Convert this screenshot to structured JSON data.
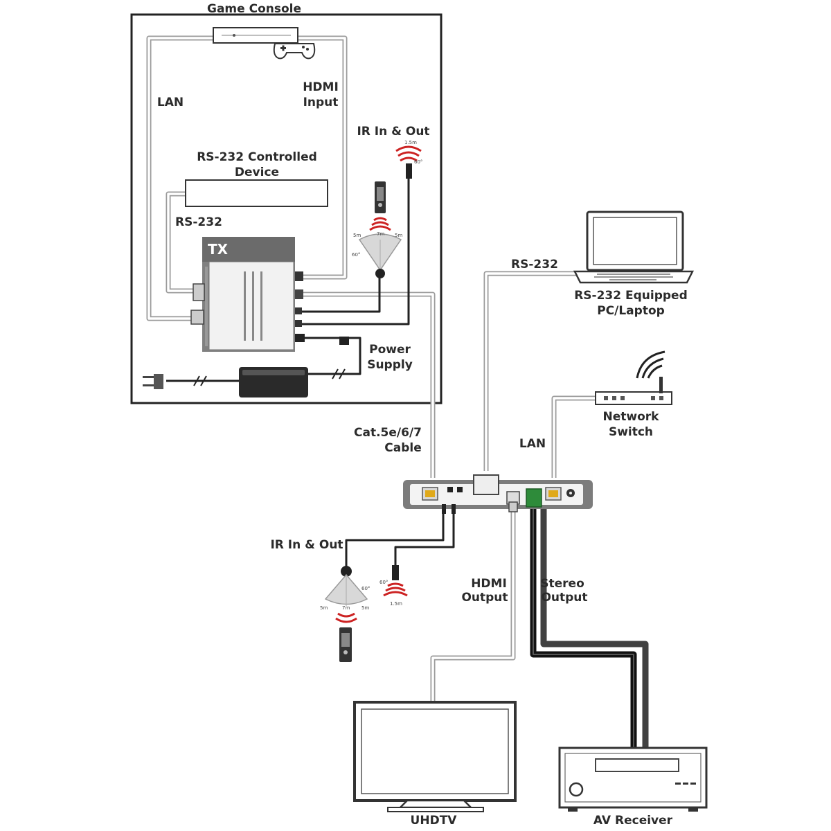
{
  "labels": {
    "game_console": "Game Console",
    "lan_top": "LAN",
    "hdmi_input_1": "HDMI",
    "hdmi_input_2": "Input",
    "ir_top": "IR In & Out",
    "rs232_device_1": "RS-232 Controlled",
    "rs232_device_2": "Device",
    "rs232_left": "RS-232",
    "tx": "TX",
    "power_1": "Power",
    "power_2": "Supply",
    "rs232_right": "RS-232",
    "pc_1": "RS-232 Equipped",
    "pc_2": "PC/Laptop",
    "switch_1": "Network",
    "switch_2": "Switch",
    "cat_1": "Cat.5e/6/7",
    "cat_2": "Cable",
    "lan_right": "LAN",
    "ir_bottom": "IR In & Out",
    "hdmi_out_1": "HDMI",
    "hdmi_out_2": "Output",
    "stereo_1": "Stereo",
    "stereo_2": "Output",
    "uhdtv": "UHDTV",
    "av_receiver": "AV Receiver"
  },
  "ir_specs": {
    "dist_short": "5m",
    "dist_mid": "7m",
    "angle": "60°",
    "emitter_dist": "1.5m"
  },
  "icons": [
    "game-console-icon",
    "laptop-icon",
    "network-switch-icon",
    "wifi-icon",
    "tv-icon",
    "av-receiver-icon",
    "ir-receiver-icon",
    "ir-emitter-icon",
    "remote-control-icon",
    "power-adapter-icon",
    "tx-extender-icon",
    "rx-receiver-icon"
  ],
  "colors": {
    "cable": "#9a9a9a",
    "device": "#7a7a7a",
    "ir_red": "#cc2222",
    "outline": "#333333",
    "terminal_green": "#2e8b3a"
  }
}
